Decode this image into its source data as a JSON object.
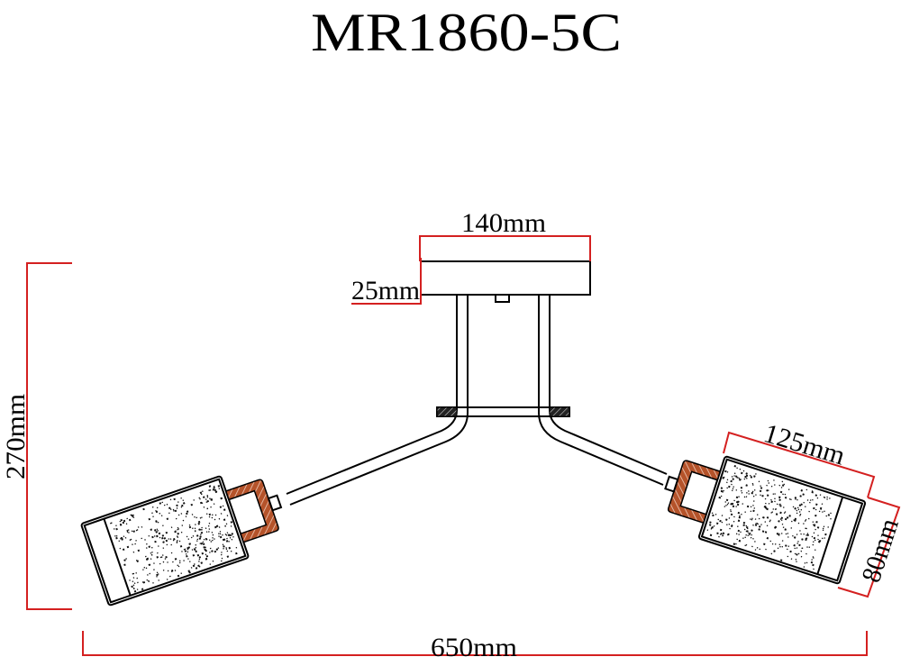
{
  "title": "MR1860-5C",
  "dimensions": {
    "canopy_width": "140mm",
    "canopy_height": "25mm",
    "total_height": "270mm",
    "total_width": "650mm",
    "shade_length": "125mm",
    "shade_diameter": "80mm"
  },
  "colors": {
    "dimension_line": "#d42020",
    "lamp_holder": "#b5532a",
    "outline": "#000000"
  }
}
